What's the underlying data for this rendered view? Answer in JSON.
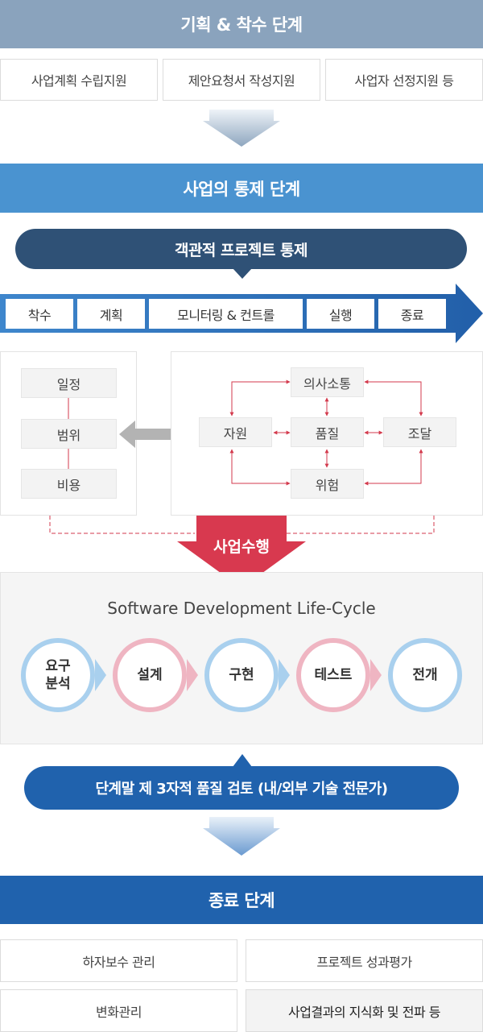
{
  "planning": {
    "title": "기획 & 착수 단계",
    "items": [
      "사업계획 수립지원",
      "제안요청서 작성지원",
      "사업자 선정지원 등"
    ]
  },
  "control": {
    "title": "사업의 통제 단계",
    "objective_banner": "객관적 프로젝트 통제",
    "steps": [
      "착수",
      "계획",
      "모니터링 & 컨트롤",
      "실행",
      "종료"
    ],
    "left_items": [
      "일정",
      "범위",
      "비용"
    ],
    "right_items": {
      "top": "의사소통",
      "left": "자원",
      "center": "품질",
      "right": "조달",
      "bottom": "위험"
    }
  },
  "execution": {
    "label": "사업수행",
    "sdlc_title": "Software Development Life-Cycle",
    "phases": [
      {
        "line1": "요구",
        "line2": "분석"
      },
      {
        "line1": "설계",
        "line2": ""
      },
      {
        "line1": "구현",
        "line2": ""
      },
      {
        "line1": "테스트",
        "line2": ""
      },
      {
        "line1": "전개",
        "line2": ""
      }
    ]
  },
  "review": {
    "banner": "단계말 제 3자적 품질 검토 (내/외부 기술 전문가)"
  },
  "closing": {
    "title": "종료 단계",
    "items": [
      "하자보수 관리",
      "프로젝트 성과평가",
      "변화관리",
      "사업결과의 지식화 및 전파 등"
    ]
  },
  "colors": {
    "planning_band": "#8aa3bd",
    "control_band": "#4a93d0",
    "objective_pill": "#2f5176",
    "process_arrow": "#2a68b2",
    "execution_arrow": "#d8394f",
    "review_pill": "#2062ad",
    "closing_band": "#2062ad",
    "relation_red": "#d33a4d"
  }
}
